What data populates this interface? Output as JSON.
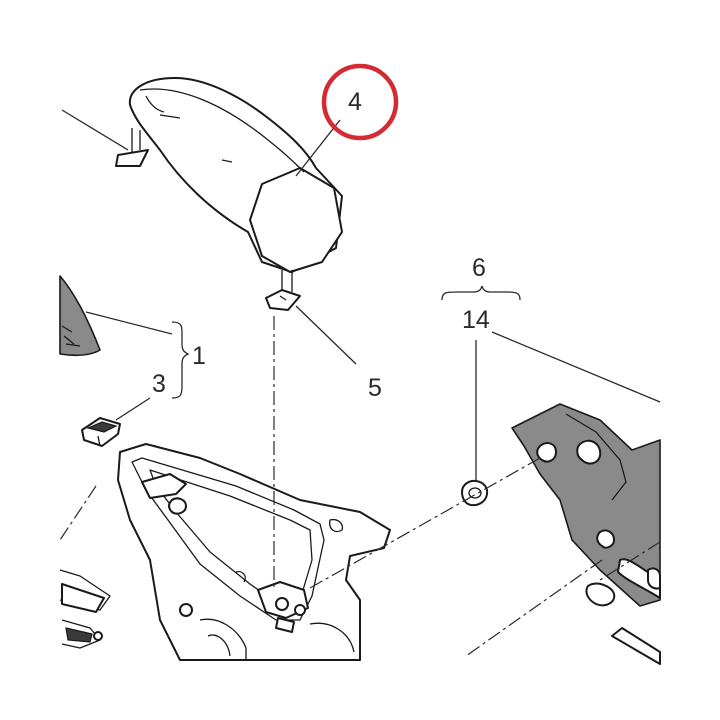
{
  "callouts": {
    "c4": "4",
    "c5": "5",
    "c6": "6",
    "c14": "14",
    "c1": "1",
    "c3": "3"
  },
  "highlight": {
    "target": "4",
    "color": "#d42a33"
  },
  "colors": {
    "line": "#2a2a2a",
    "shade": "#8a8a8a",
    "background": "#ffffff"
  }
}
